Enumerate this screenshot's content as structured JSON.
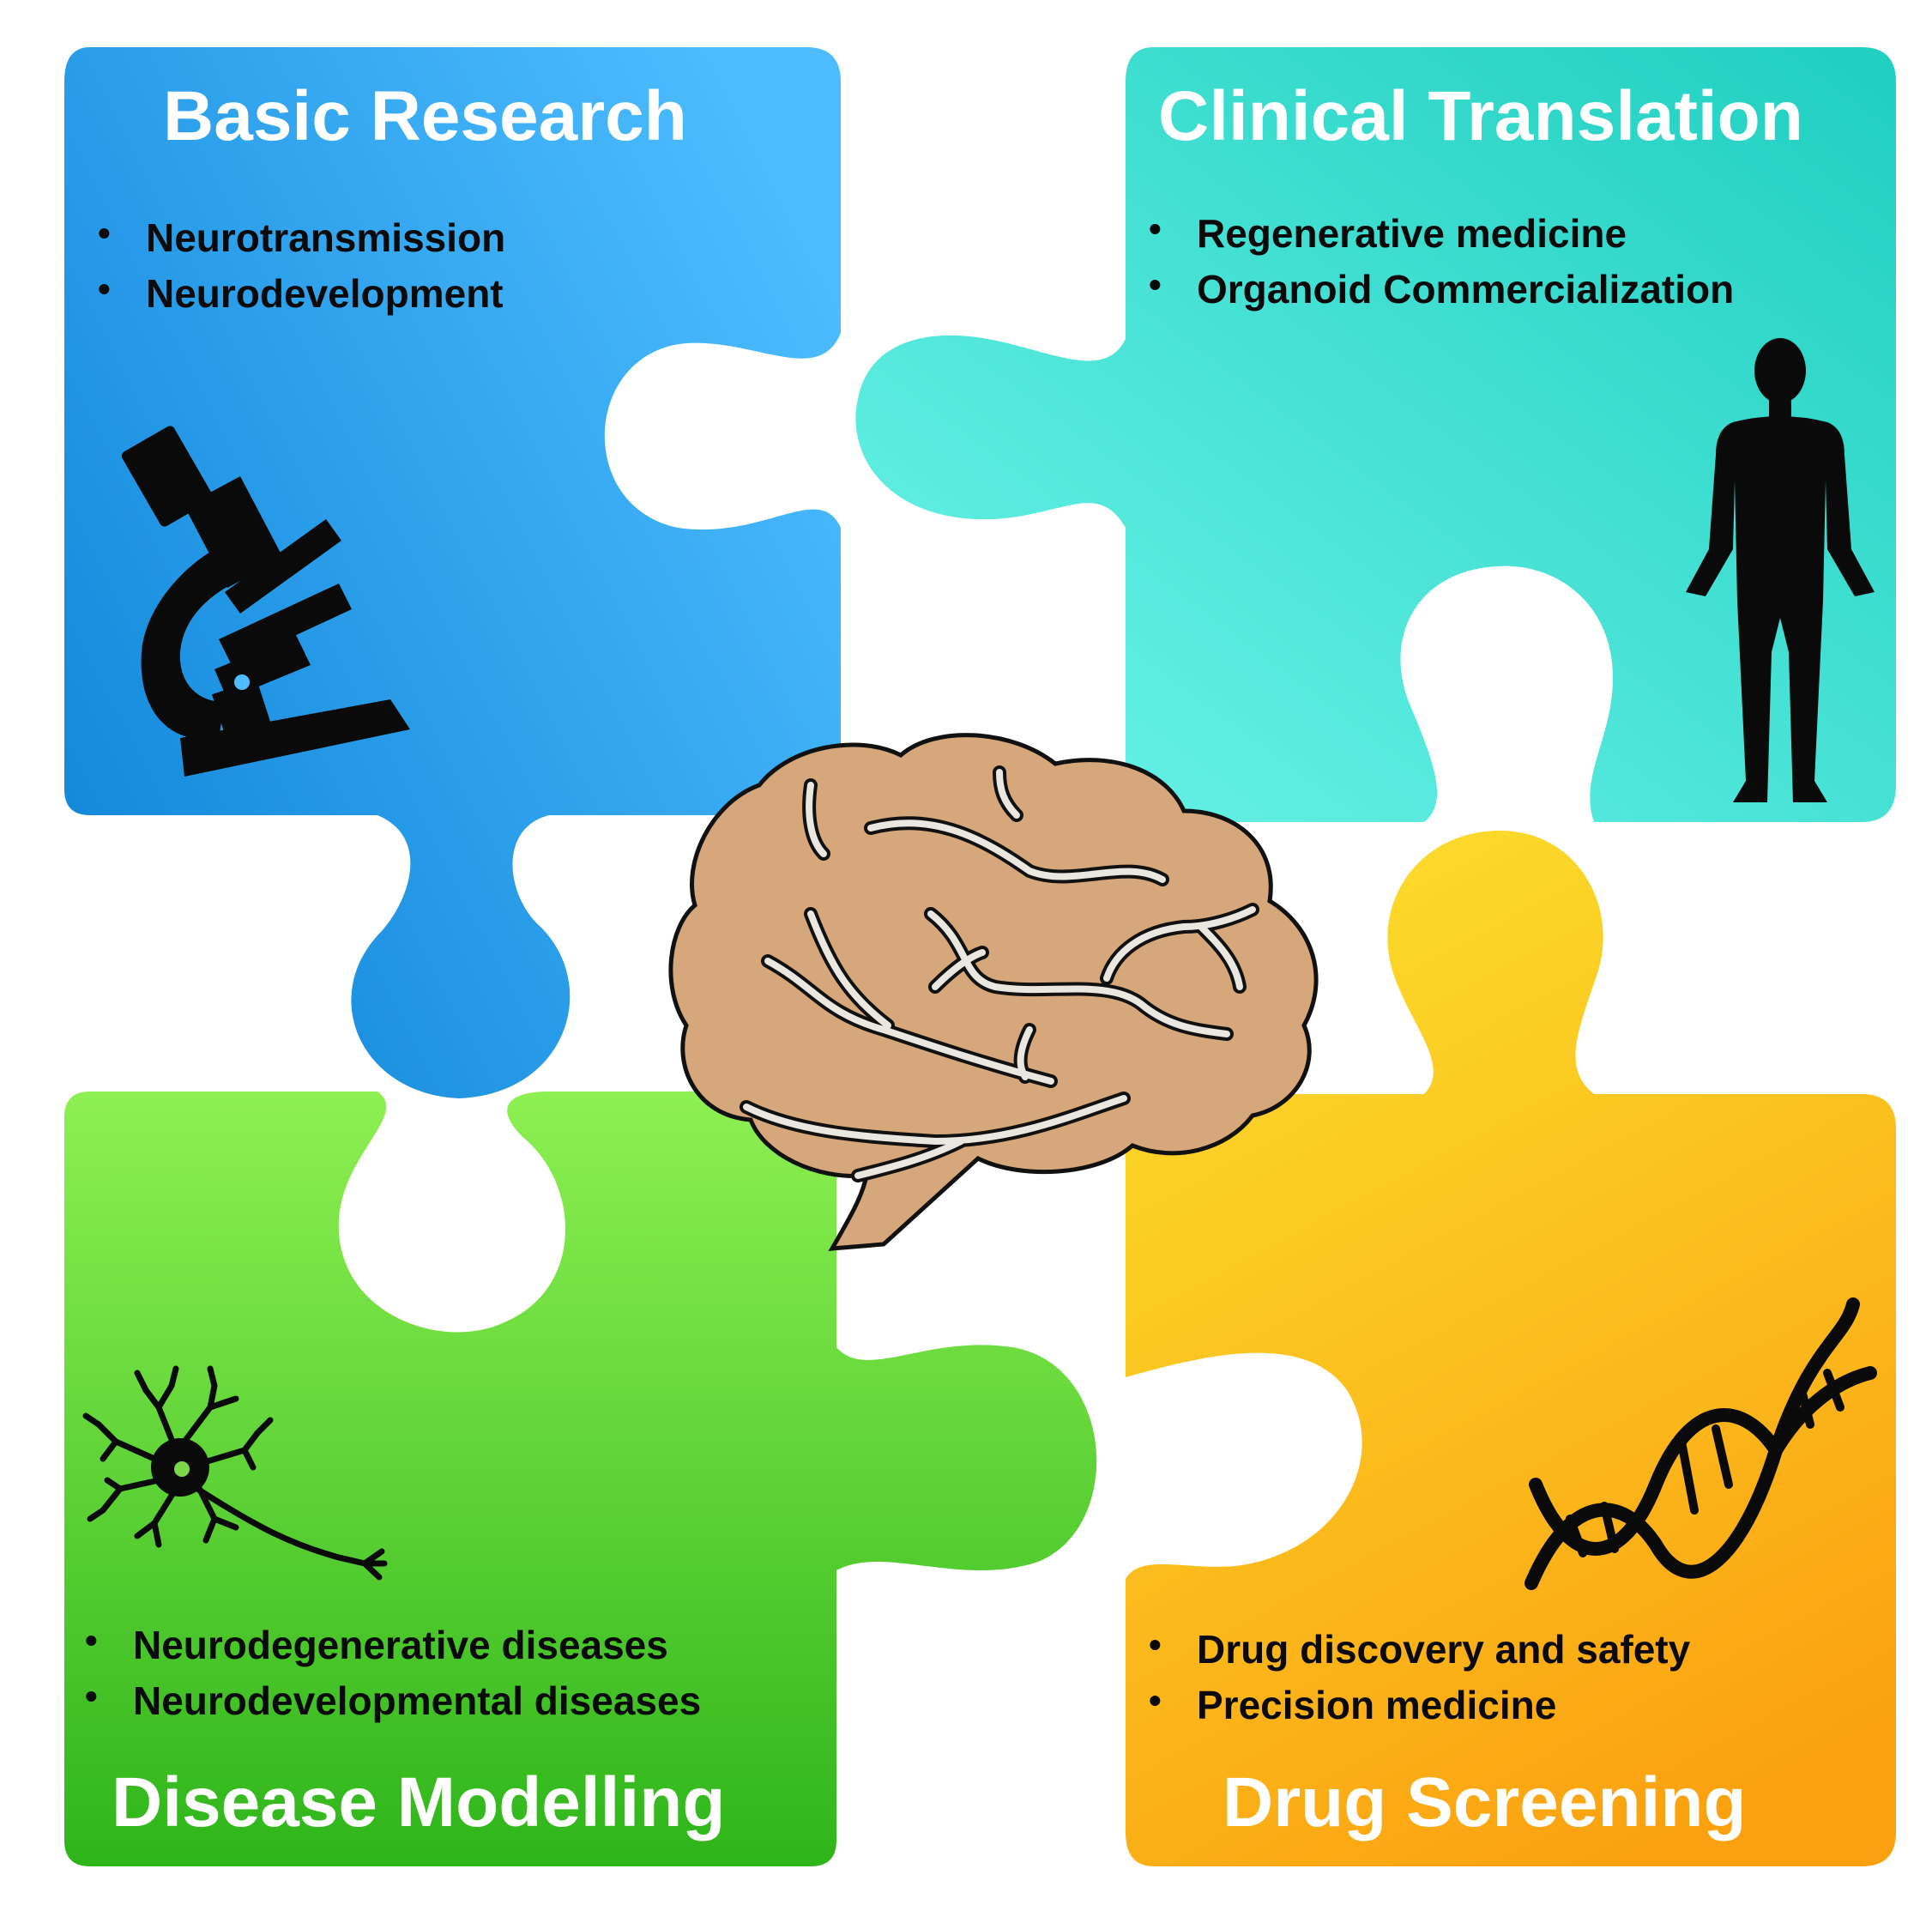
{
  "pieces": {
    "basic_research": {
      "title": "Basic Research",
      "items": [
        "Neurotransmission",
        "Neurodevelopment"
      ],
      "icon": "microscope-icon",
      "color_from": "#0f85d8",
      "color_to": "#4dbdff"
    },
    "clinical_translation": {
      "title": "Clinical Translation",
      "items": [
        "Regenerative medicine",
        "Organoid Commercialization"
      ],
      "icon": "human-silhouette-icon",
      "color_from": "#6ff5ea",
      "color_to": "#1fcfc0"
    },
    "disease_modelling": {
      "title": "Disease Modelling",
      "items": [
        "Neurodegenerative diseases",
        "Neurodevelopmental diseases"
      ],
      "icon": "neuron-icon",
      "color_from": "#8ef052",
      "color_to": "#2eb51a"
    },
    "drug_screening": {
      "title": "Drug Screening",
      "items": [
        "Drug discovery and safety",
        "Precision medicine"
      ],
      "icon": "dna-icon",
      "color_from": "#fbdc2b",
      "color_to": "#fba010"
    }
  },
  "center": {
    "icon": "brain-icon",
    "color": "#d6a77b"
  }
}
